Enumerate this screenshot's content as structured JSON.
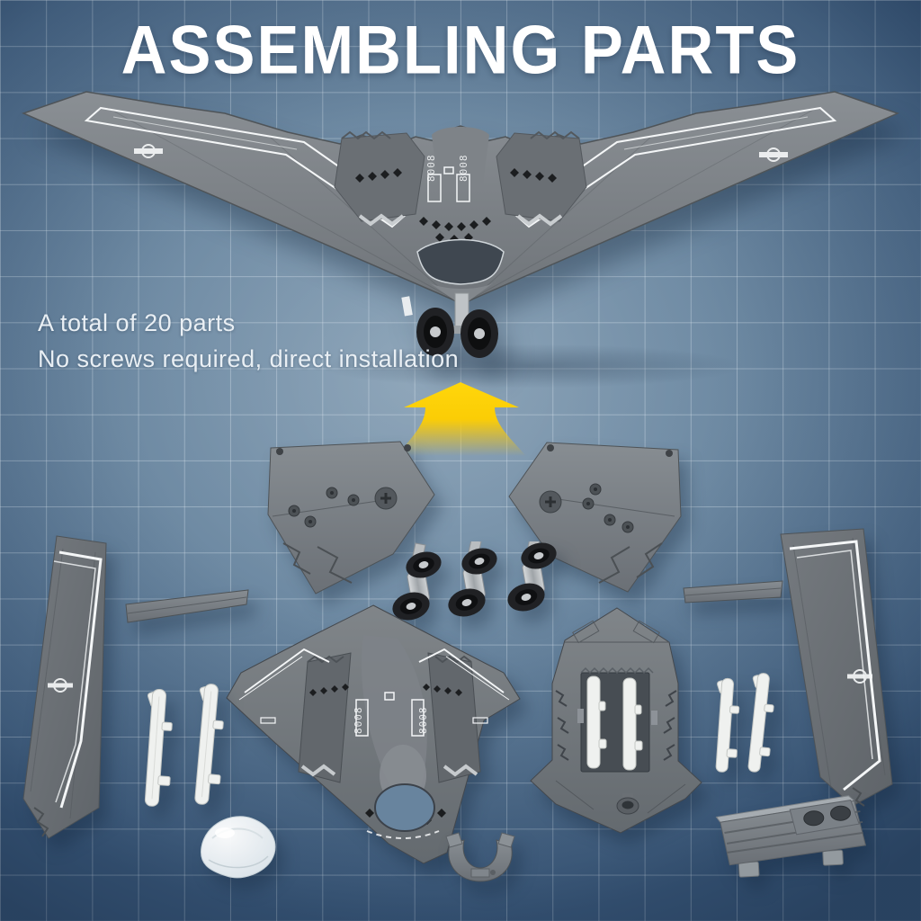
{
  "header": {
    "title": "ASSEMBLING PARTS"
  },
  "info": {
    "line1": "A total of 20 parts",
    "line2": "No screws required, direct installation"
  },
  "markings": {
    "stencil_code": "8008"
  },
  "colors": {
    "bg-center": "#87a0b5",
    "bg-mid": "#6e8aa3",
    "bg-edge": "#3d5b7d",
    "grid-line": "#e2ecf459",
    "title-color": "#ffffff",
    "info-color": "#e9eff4",
    "arrow-yellow": "#ffd60a",
    "plastic-light": "#9aa0a6",
    "plastic-mid": "#73787d",
    "plastic-dark": "#585d62",
    "plastic-deep": "#43474c",
    "marking-white": "#f4f6f7",
    "tire-black": "#202124",
    "hub-silver": "#c7cacd",
    "missile-white": "#eff1ef",
    "canopy-white": "#ffffff",
    "hole-blue": "#68849e"
  },
  "parts": {
    "assembled_model": "Assembled B-2 stealth bomber model",
    "left_underside_panel": "Left underside panel with screw posts",
    "right_underside_panel": "Right underside panel with screw posts",
    "landing_gear_wheels": "Three landing gear wheel sets",
    "left_wing": "Left outer wing panel",
    "right_wing": "Right outer wing panel",
    "center_fuselage": "Center fuselage body",
    "weapons_bay": "Rear fuselage with missile bay",
    "missiles_left": "Pair of white missiles",
    "missiles_right": "Pair of white missiles",
    "canopy": "Clear cockpit canopy",
    "nose_cap": "Curved nose cap piece",
    "display_stand": "Display stand base"
  }
}
